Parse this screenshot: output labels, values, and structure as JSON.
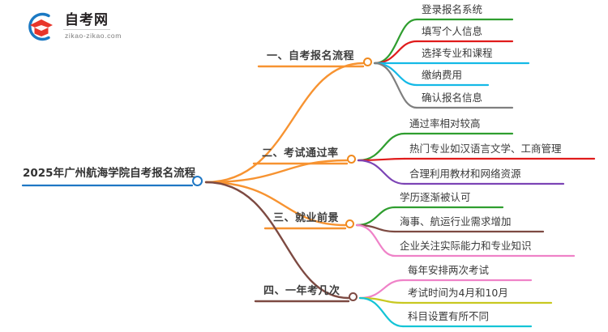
{
  "logo": {
    "name": "自考网",
    "domain": "zikao-zikao.com",
    "mark_icon": "graduation-cap-icon",
    "mark_colors": {
      "swoosh": "#1b79c3",
      "cap": "#e8352a"
    }
  },
  "mindmap": {
    "type": "mindmap",
    "root": {
      "label": "2025年广州航海学院自考报名流程",
      "node_color": "#1f77c4",
      "underline_color": "#1f77c4"
    },
    "branches": [
      {
        "label": "一、自考报名流程",
        "trunk_color": "#f79331",
        "node_color": "#f08a1e",
        "children": [
          {
            "label": "登录报名系统",
            "color": "#2f9e2f"
          },
          {
            "label": "填写个人信息",
            "color": "#e01b1b"
          },
          {
            "label": "选择专业和课程",
            "color": "#14b9e6"
          },
          {
            "label": "缴纳费用",
            "color": "#14b9e6"
          },
          {
            "label": "确认报名信息",
            "color": "#7f7f7f"
          }
        ]
      },
      {
        "label": "二、考试通过率",
        "trunk_color": "#f79331",
        "node_color": "#f08a1e",
        "children": [
          {
            "label": "通过率相对较高",
            "color": "#2f9e2f"
          },
          {
            "label": "热门专业如汉语言文学、工商管理",
            "color": "#e01b1b"
          },
          {
            "label": "合理利用教材和网络资源",
            "color": "#7c44b5"
          }
        ]
      },
      {
        "label": "三、就业前景",
        "trunk_color": "#f79331",
        "node_color": "#f08a1e",
        "children": [
          {
            "label": "学历逐渐被认可",
            "color": "#2f9e2f"
          },
          {
            "label": "海事、航运行业需求增加",
            "color": "#7d4a42"
          },
          {
            "label": "企业关注实际能力和专业知识",
            "color": "#ef82c8"
          }
        ]
      },
      {
        "label": "四、一年考几次",
        "trunk_color": "#7d4a42",
        "node_color": "#7d4a42",
        "children": [
          {
            "label": "每年安排两次考试",
            "color": "#ef82c8"
          },
          {
            "label": "考试时间为4月和10月",
            "color": "#c8c820"
          },
          {
            "label": "科目设置有所不同",
            "color": "#14c4d6"
          }
        ]
      }
    ]
  }
}
